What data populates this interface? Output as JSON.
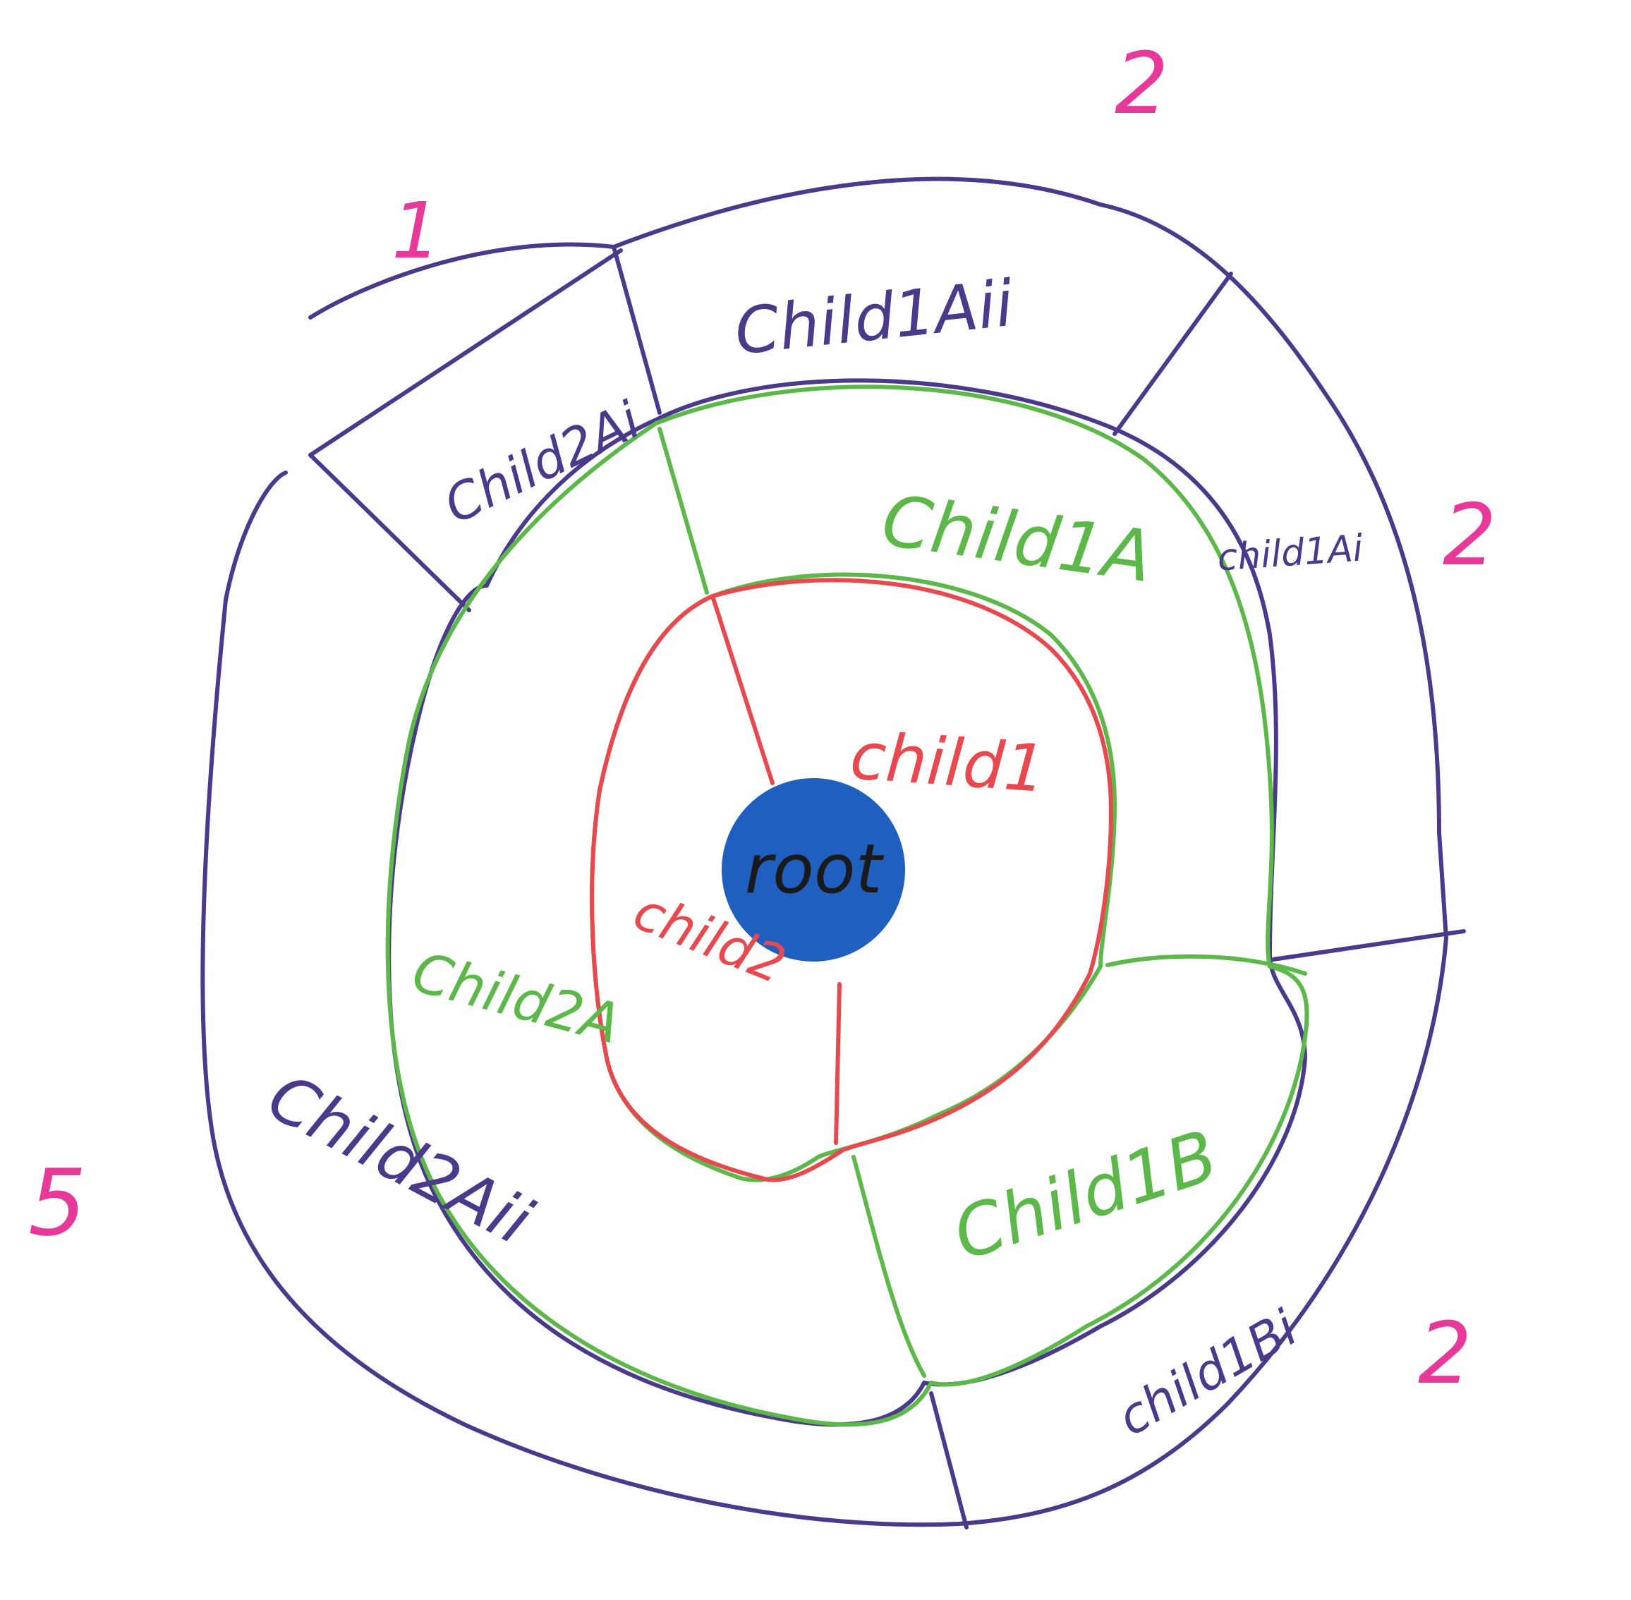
{
  "diagram": {
    "center": {
      "label": "root",
      "fill": "#1f5fbf",
      "text_color": "#1a1a1a"
    },
    "rings": [
      {
        "name": "level-1",
        "color": "#e8484e",
        "segments": [
          {
            "id": "child1",
            "label": "child1"
          },
          {
            "id": "child2",
            "label": "child2"
          }
        ]
      },
      {
        "name": "level-2",
        "color": "#5cb848",
        "segments": [
          {
            "id": "child1a",
            "label": "Child1A"
          },
          {
            "id": "child1b",
            "label": "Child1B"
          },
          {
            "id": "child2a",
            "label": "Child2A"
          }
        ]
      },
      {
        "name": "level-3",
        "color": "#4b3a8c",
        "segments": [
          {
            "id": "child1ai",
            "label": "child1Ai"
          },
          {
            "id": "child1aii",
            "label": "Child1Aii"
          },
          {
            "id": "child1bi",
            "label": "child1Bi"
          },
          {
            "id": "child2ai",
            "label": "Child2Ai"
          },
          {
            "id": "child2aii",
            "label": "Child2Aii"
          }
        ]
      }
    ],
    "sizes": {
      "color": "#e8389a",
      "items": [
        {
          "target": "child2ai",
          "value": "1"
        },
        {
          "target": "child1aii",
          "value": "2"
        },
        {
          "target": "child1ai",
          "value": "2"
        },
        {
          "target": "child1bi",
          "value": "2"
        },
        {
          "target": "child2aii",
          "value": "5"
        }
      ]
    }
  }
}
